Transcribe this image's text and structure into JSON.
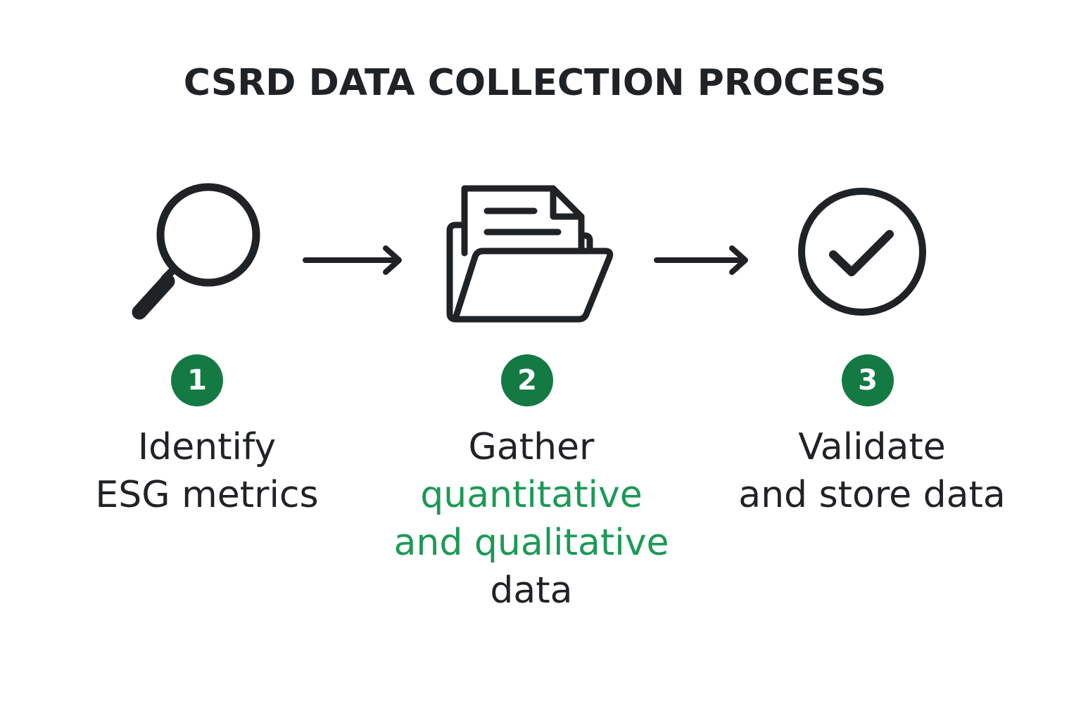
{
  "title": "CSRD DATA COLLECTION PROCESS",
  "colors": {
    "text": "#1f2326",
    "badge": "#147a43",
    "highlight": "#1a9a55",
    "background": "#ffffff"
  },
  "steps": [
    {
      "number": "1",
      "icon": "magnifying-glass-icon",
      "label_lines": [
        "Identify",
        "ESG metrics"
      ]
    },
    {
      "number": "2",
      "icon": "folder-with-document-icon",
      "label_lines": [
        "Gather",
        "quantitative",
        "and qualitative",
        "data"
      ]
    },
    {
      "number": "3",
      "icon": "check-circle-icon",
      "label_lines": [
        "Validate",
        "and store data"
      ]
    }
  ],
  "connectors": [
    "arrow-right-icon",
    "arrow-right-icon"
  ]
}
